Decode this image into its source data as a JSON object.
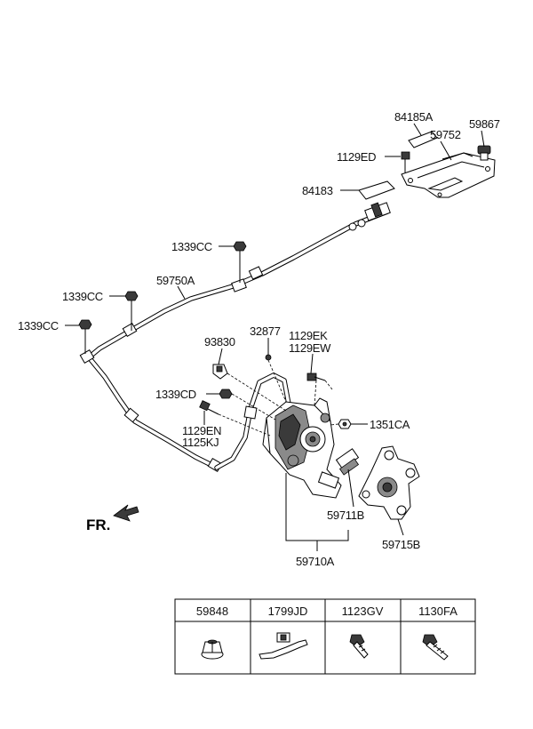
{
  "callouts": {
    "c84185A": "84185A",
    "c59867": "59867",
    "c59752": "59752",
    "c1129ED": "1129ED",
    "c84183": "84183",
    "c1339CC_a": "1339CC",
    "c59750A": "59750A",
    "c1339CC_b": "1339CC",
    "c1339CC_c": "1339CC",
    "c93830": "93830",
    "c32877": "32877",
    "c1129EK": "1129EK",
    "c1129EW": "1129EW",
    "c1339CD": "1339CD",
    "c1129EN": "1129EN",
    "c1125KJ": "1125KJ",
    "c1351CA": "1351CA",
    "c59711B": "59711B",
    "c59715B": "59715B",
    "c59710A": "59710A"
  },
  "direction_label": "FR.",
  "parts_table": {
    "headers": [
      "59848",
      "1799JD",
      "1123GV",
      "1130FA"
    ],
    "icons": [
      "flange-nut-icon",
      "cable-tie-icon",
      "flange-bolt-icon",
      "flange-bolt-long-icon"
    ]
  }
}
